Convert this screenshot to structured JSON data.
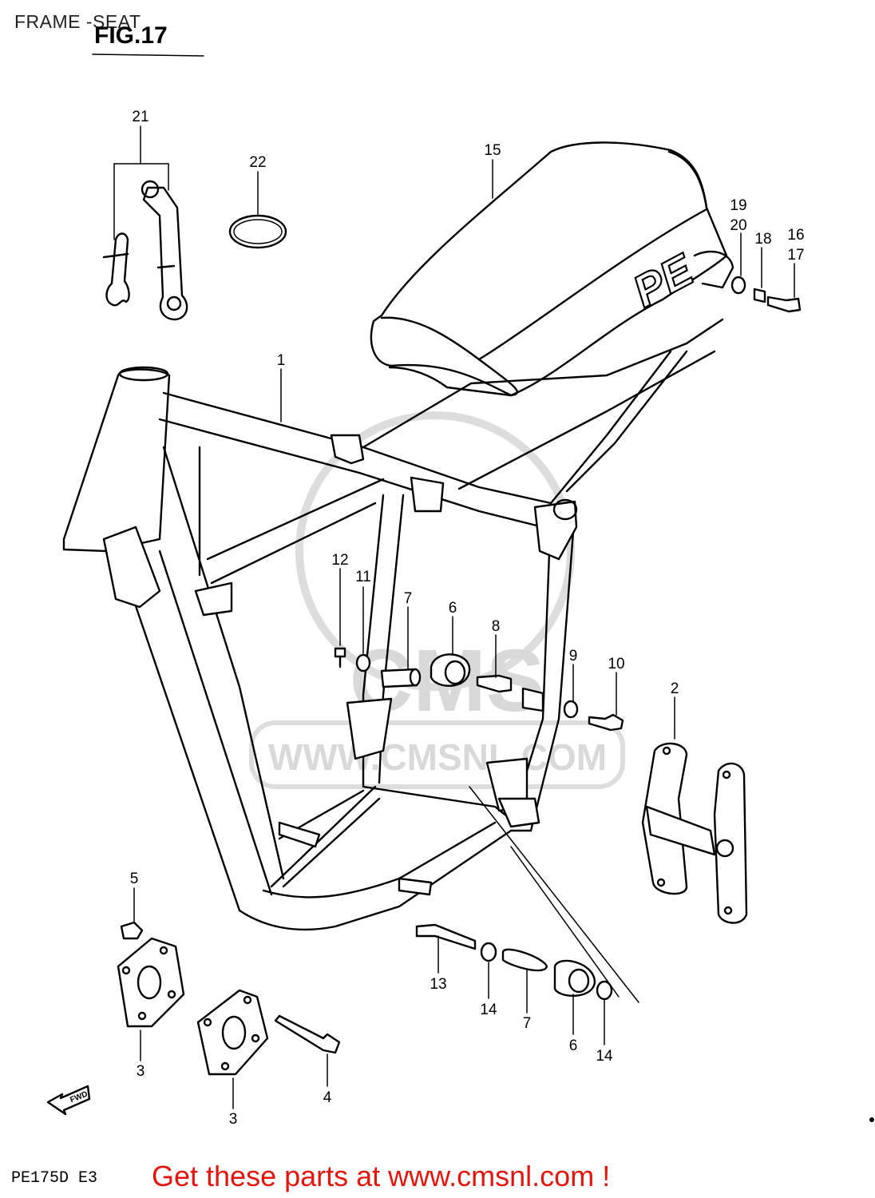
{
  "header": {
    "title": "FRAME -SEAT",
    "figure": "FIG.17"
  },
  "watermark": {
    "logo_text": "CMS",
    "url_text": "WWW.CMSNL.COM"
  },
  "seat_logo": "PE",
  "fwd_arrow": "FWD",
  "callouts": [
    "1",
    "2",
    "3",
    "3",
    "4",
    "5",
    "6",
    "6",
    "7",
    "7",
    "8",
    "9",
    "10",
    "11",
    "12",
    "13",
    "14",
    "14",
    "15",
    "16",
    "17",
    "18",
    "19",
    "20",
    "21",
    "22"
  ],
  "footer": {
    "model_code": "PE175D E3",
    "cta": "Get these parts at www.cmsnl.com !"
  },
  "colors": {
    "cta": "#e2160f",
    "watermark": "#d9d9d9"
  }
}
